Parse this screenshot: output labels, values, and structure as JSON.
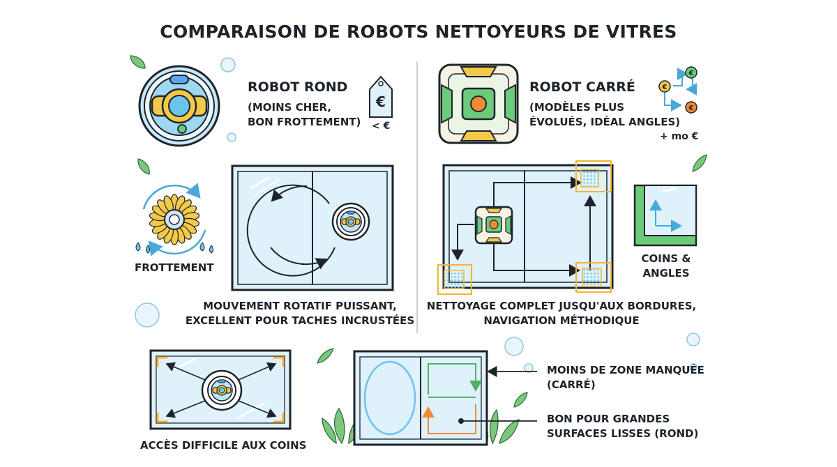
{
  "title": "COMPARAISON DE ROBOTS NETTOYEURS DE VITRES",
  "round_robot": {
    "name": "ROBOT ROND",
    "desc_line1": "(MOINS CHER,",
    "desc_line2": "BON FROTTEMENT)",
    "price": "< €",
    "price_tag_symbol": "€"
  },
  "square_robot": {
    "name": "ROBOT CARRÉ",
    "desc_line1": "(MODÈLES PLUS",
    "desc_line2": "ÉVOLUÉS, IDÉAL ANGLES)",
    "price": "+ mo €",
    "coin_symbol": "€"
  },
  "friction_label": "FROTTEMENT",
  "rotation_caption": {
    "line1": "MOUVEMENT ROTATIF PUISSANT,",
    "line2": "EXCELLENT POUR TACHES INCRUSTÉES"
  },
  "coverage_caption": {
    "line1": "NETTOYAGE COMPLET JUSQU'AUX BORDURES,",
    "line2": "NAVIGATION MÉTHODIQUE"
  },
  "corners_label": {
    "line1": "COINS &",
    "line2": "ANGLES"
  },
  "difficult_corners_caption": "ACCÈS DIFFICILE AUX COINS",
  "callout_square": {
    "line1": "MOINS DE ZONE MANQUÉE",
    "line2": "(CARRÉ)"
  },
  "callout_round": {
    "line1": "BON POUR GRANDES",
    "line2": "SURFACES LISSES (ROND)"
  },
  "colors": {
    "outline": "#1d2329",
    "glass": "#dff1fb",
    "round_blue": "#6cc3ec",
    "yellow": "#f3c94a",
    "green": "#6ccb7a",
    "orange": "#f08a36",
    "highlight": "#f5b335"
  }
}
